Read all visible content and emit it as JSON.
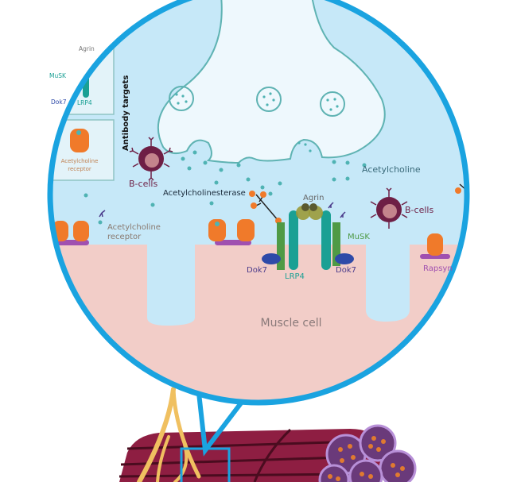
{
  "diagram": {
    "title": "Neuromuscular junction antibody targets",
    "legend": {
      "heading": "Antibody targets",
      "box1": {
        "agrin": "Agrin",
        "musk": "MuSK",
        "dok7": "Dok7",
        "lrp4": "LRP4"
      },
      "box2": {
        "receptor_line1": "Acetylcholine",
        "receptor_line2": "receptor"
      }
    },
    "labels": {
      "bcells_left": "B-cells",
      "bcells_right": "B-cells",
      "acetylcholinesterase": "Acetylcholinesterase",
      "acetylcholine": "Acetylcholine",
      "agrin": "Agrin",
      "musk": "MuSK",
      "ach_receptor_line1": "Acetylcholine",
      "ach_receptor_line2": "receptor",
      "dok7_left": "Dok7",
      "dok7_right": "Dok7",
      "lrp4": "LRP4",
      "rapsyn": "Rapsyn",
      "muscle_cell": "Muscle cell"
    },
    "colors": {
      "lens_border": "#1aa3e0",
      "synaptic_cleft": "#c6e8f8",
      "nerve_terminal": "#eef8fd",
      "nerve_outline": "#5fb3b3",
      "muscle_cell": "#f2cdc8",
      "receptor": "#f07a2a",
      "rapsyn": "#a050b0",
      "musk": "#4f9a45",
      "lrp4": "#1aa094",
      "dok7": "#2e4aa8",
      "agrin": "#8a8a30",
      "bcell": "#6e1f45",
      "muscle_fiber": "#8e1e42",
      "nerve_fiber": "#f0c060"
    }
  }
}
